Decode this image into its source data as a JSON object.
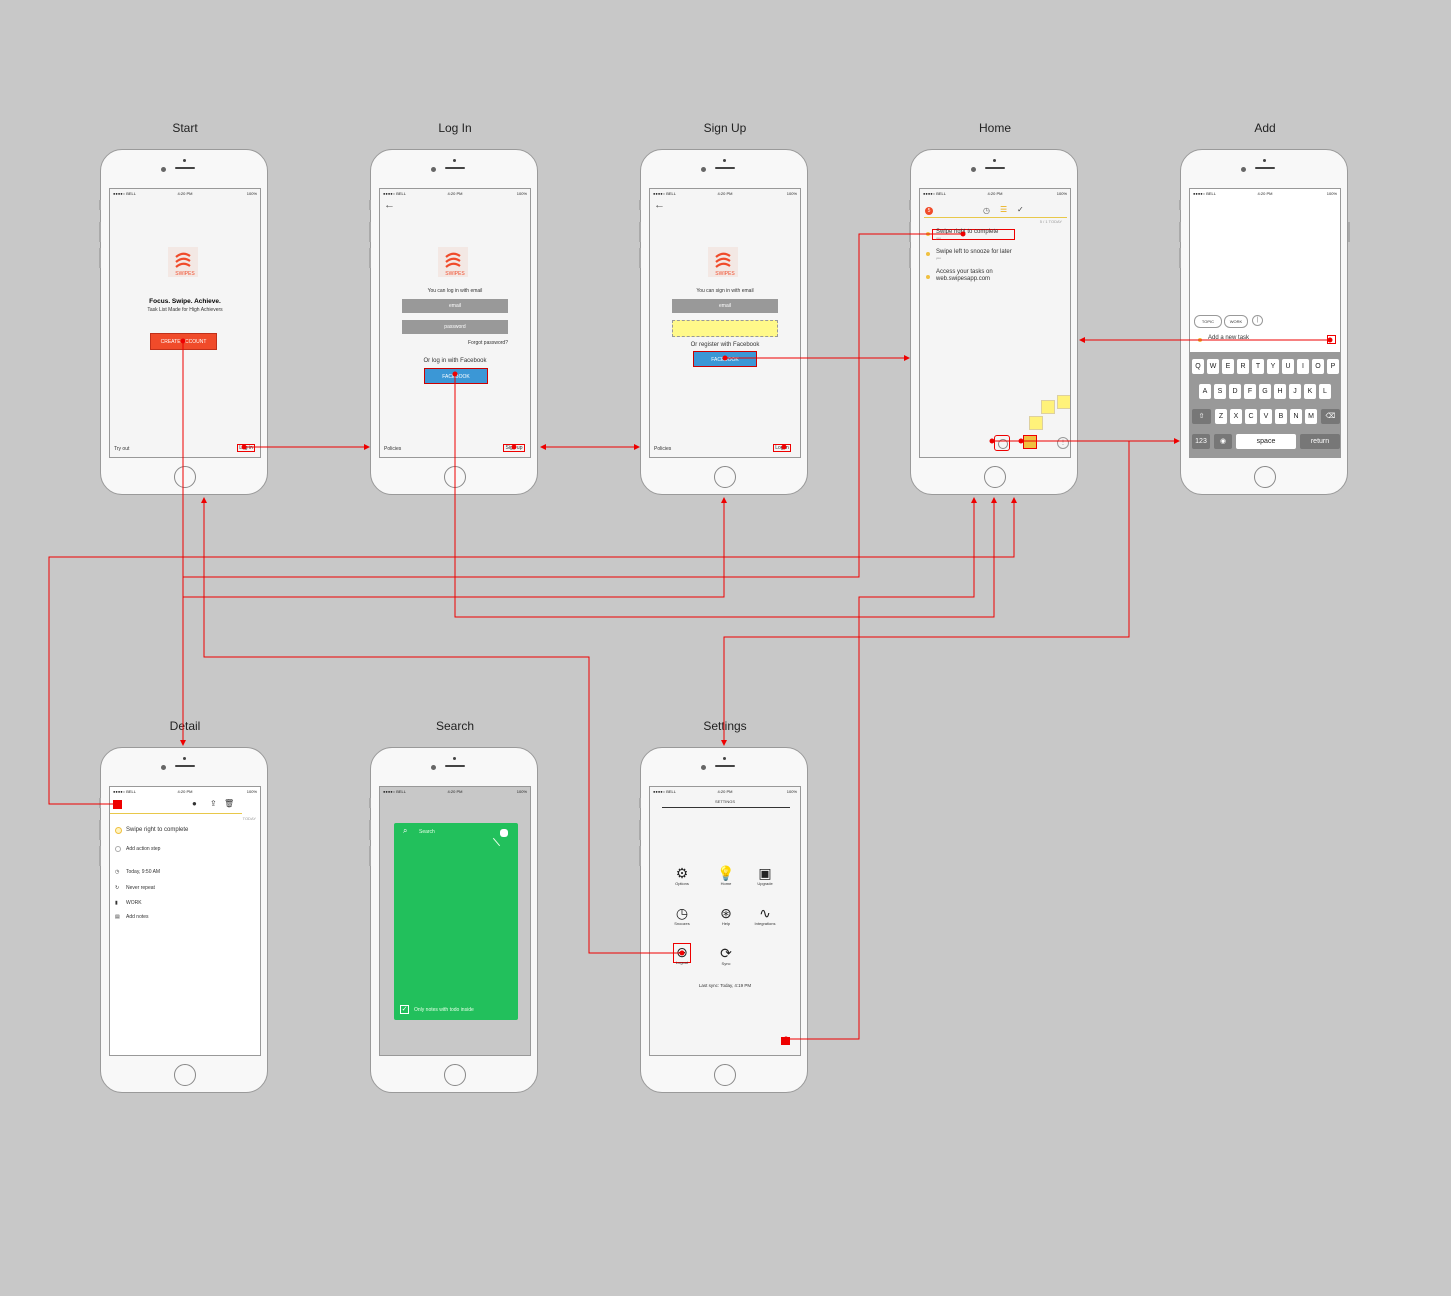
{
  "screens": {
    "start": {
      "title": "Start",
      "tagline": "Focus. Swipe. Achieve.",
      "subtag": "Task List Made for High Achievers",
      "create": "CREATE ACCOUNT",
      "tryout": "Try out",
      "login": "Log in"
    },
    "login": {
      "title": "Log In",
      "hint": "You can log in with email",
      "email": "email",
      "password": "password",
      "forgot": "Forgot password?",
      "or_fb": "Or log in with Facebook",
      "fb": "FACEBOOK",
      "policies": "Policies",
      "signup": "Sign up"
    },
    "signup": {
      "title": "Sign Up",
      "hint": "You can sign in with email",
      "email": "email",
      "or_fb": "Or register with Facebook",
      "fb": "FACEBOOK",
      "policies": "Policies",
      "login": "Log in"
    },
    "home": {
      "title": "Home",
      "badge": "5",
      "date": "5 / 1 TODAY",
      "tasks": [
        {
          "text": "Swipe right to complete",
          "sub": "you"
        },
        {
          "text": "Swipe left to snooze for later",
          "sub": "you"
        },
        {
          "text": "Access your tasks on web.swipesapp.com",
          "sub": ""
        }
      ]
    },
    "add": {
      "title": "Add",
      "tag1": "TOPIC",
      "tag2": "WORK",
      "placeholder": "Add a new task",
      "row1": [
        "Q",
        "W",
        "E",
        "R",
        "T",
        "Y",
        "U",
        "I",
        "O",
        "P"
      ],
      "row2": [
        "A",
        "S",
        "D",
        "F",
        "G",
        "H",
        "J",
        "K",
        "L"
      ],
      "row3": [
        "Z",
        "X",
        "C",
        "V",
        "B",
        "N",
        "M"
      ],
      "k123": "123",
      "space": "space",
      "return": "return"
    },
    "detail": {
      "title": "Detail",
      "date": "TODAY",
      "task": "Swipe right to complete",
      "step": "Add action step",
      "time": "Today, 9:50 AM",
      "repeat": "Never repeat",
      "tag": "WORK",
      "notes": "Add notes"
    },
    "search": {
      "title": "Search",
      "search": "Search",
      "only": "Only notes with todo inside"
    },
    "settings": {
      "title": "Settings",
      "header": "SETTINGS",
      "items": [
        "Options",
        "Home",
        "Upgrade",
        "Snoozes",
        "Help",
        "Integrations",
        "Logout",
        "Sync"
      ],
      "last_sync": "Last sync: Today, 4:19 PM"
    }
  },
  "status": {
    "carrier": "BELL",
    "time": "4:20 PM",
    "battery": "100%"
  },
  "logo_text": "SWIPES",
  "colors": {
    "bg": "#c8c8c8",
    "link": "#e00000",
    "accent": "#f04b2a",
    "facebook": "#3b97d6",
    "search_green": "#22c05c",
    "note_yellow": "#fff27a"
  }
}
